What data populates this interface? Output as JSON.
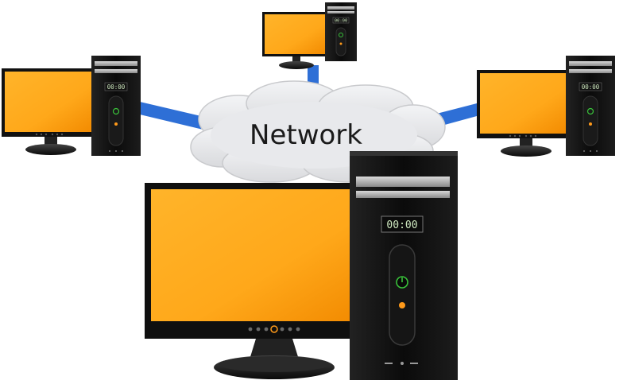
{
  "cloud": {
    "label": "Network"
  },
  "computers": [
    {
      "id": "top",
      "clock": "00:00"
    },
    {
      "id": "left",
      "clock": "00:00"
    },
    {
      "id": "right",
      "clock": "00:00"
    },
    {
      "id": "main",
      "clock": "00:00"
    }
  ],
  "colors": {
    "screen": "#ffa81a",
    "screen_edge": "#f28a00",
    "bezel": "#111111",
    "tower": "#0d0d0d",
    "link": "#2e6fd6",
    "power_led": "#39c23a",
    "hdd_led": "#ff9a1a",
    "cloud": "#e6e7ea"
  },
  "icons": [
    "power-icon",
    "cloud-icon"
  ]
}
